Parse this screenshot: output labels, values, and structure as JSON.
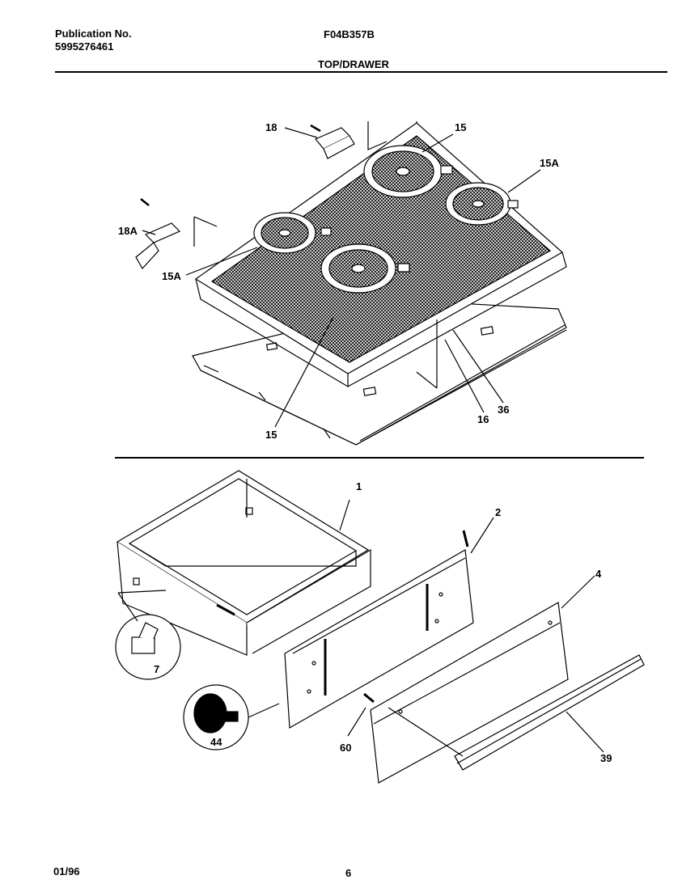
{
  "header": {
    "publication_label": "Publication No.",
    "publication_number": "5995276461",
    "model": "F04B357B",
    "section": "TOP/DRAWER"
  },
  "footer": {
    "date": "01/96",
    "page": "6"
  },
  "callouts": {
    "c18": "18",
    "c18a": "18A",
    "c15_top": "15",
    "c15a_right": "15A",
    "c15a_left": "15A",
    "c15_bottom": "15",
    "c16": "16",
    "c36": "36",
    "c1": "1",
    "c2": "2",
    "c4": "4",
    "c7": "7",
    "c44": "44",
    "c60": "60",
    "c39": "39"
  }
}
